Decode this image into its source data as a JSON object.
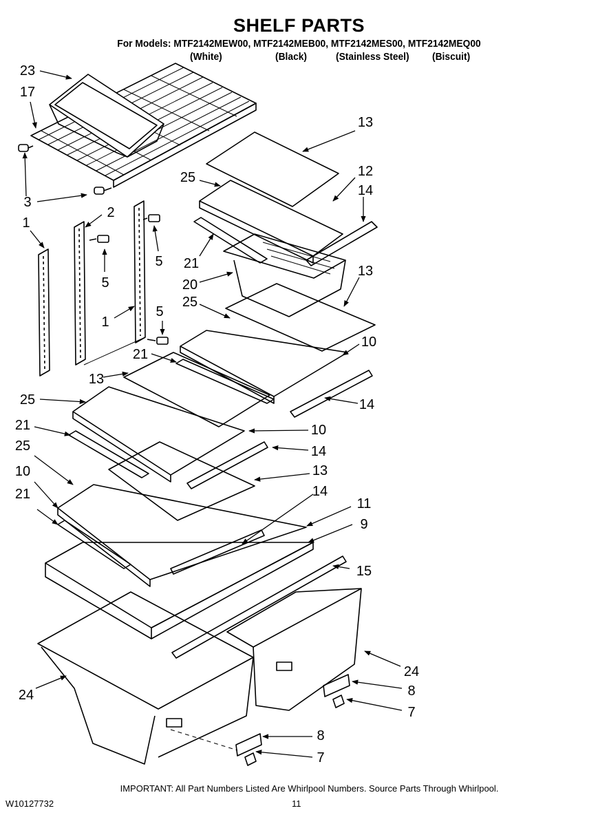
{
  "header": {
    "title": "SHELF PARTS",
    "models_line": "For Models: MTF2142MEW00, MTF2142MEB00, MTF2142MES00, MTF2142MEQ00",
    "variants": [
      "(White)",
      "(Black)",
      "(Stainless Steel)",
      "(Biscuit)"
    ]
  },
  "callouts": [
    "23",
    "17",
    "3",
    "1",
    "2",
    "5",
    "5",
    "1",
    "5",
    "13",
    "12",
    "14",
    "25",
    "21",
    "20",
    "13",
    "25",
    "10",
    "21",
    "13",
    "25",
    "14",
    "21",
    "10",
    "25",
    "14",
    "10",
    "13",
    "21",
    "14",
    "11",
    "9",
    "15",
    "24",
    "24",
    "8",
    "7",
    "8",
    "7"
  ],
  "footer": {
    "note": "IMPORTANT: All Part Numbers Listed Are Whirlpool Numbers. Source Parts Through Whirlpool.",
    "doc_number": "W10127732",
    "page_number": "11"
  }
}
